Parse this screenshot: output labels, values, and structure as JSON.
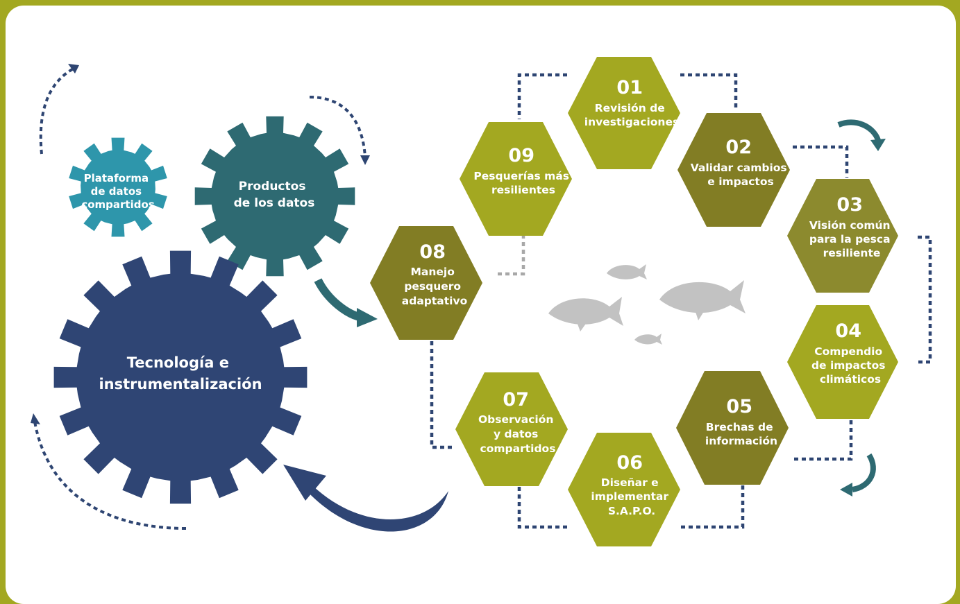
{
  "colors": {
    "frame": "#a3a821",
    "hex_light": "#a3a821",
    "hex_dark": "#827d24",
    "hex_mid": "#8c8a2e",
    "gear_teal": "#2e96ab",
    "gear_dark_teal": "#2e6a72",
    "gear_navy": "#2f4574",
    "dots": "#2e4572",
    "fish": "#c2c2c2"
  },
  "gears": {
    "small": {
      "lines": [
        "Plataforma",
        "de datos",
        "compartidos"
      ]
    },
    "medium": {
      "lines": [
        "Productos",
        "de los datos"
      ]
    },
    "large": {
      "lines": [
        "Tecnología e",
        "instrumentalización"
      ]
    }
  },
  "steps": [
    {
      "number": "01",
      "lines": [
        "Revisión de",
        "investigaciones"
      ]
    },
    {
      "number": "02",
      "lines": [
        "Validar cambios",
        "e impactos"
      ]
    },
    {
      "number": "03",
      "lines": [
        "Visión común",
        "para la pesca",
        "resiliente"
      ]
    },
    {
      "number": "04",
      "lines": [
        "Compendio",
        "de impactos",
        "climáticos"
      ]
    },
    {
      "number": "05",
      "lines": [
        "Brechas de",
        "información"
      ]
    },
    {
      "number": "06",
      "lines": [
        "Diseñar e",
        "implementar",
        "S.A.P.O."
      ]
    },
    {
      "number": "07",
      "lines": [
        "Observación",
        "y datos",
        "compartidos"
      ]
    },
    {
      "number": "08",
      "lines": [
        "Manejo",
        "pesquero",
        "adaptativo"
      ]
    },
    {
      "number": "09",
      "lines": [
        "Pesquerías más",
        "resilientes"
      ]
    }
  ]
}
